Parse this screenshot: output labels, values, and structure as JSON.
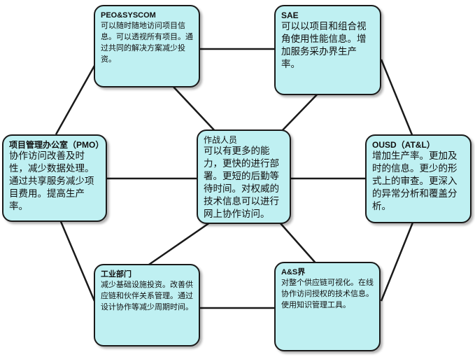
{
  "nodes": {
    "peo": {
      "title": "PEO&SYSCOM",
      "body": "可以随时随地访问项目信息。可以透视所有项目。通过共同的解决方案减少投资。"
    },
    "sae": {
      "title": "SAE",
      "body": "可以以项目和组合视角使用性能信息。增加服务采办界生产率。"
    },
    "pmo": {
      "title": "项目管理办公室（PMO）",
      "body": "协作访问改善及时性，减少数据处理。通过共享服务减少项目费用。提高生产率。"
    },
    "warfighter": {
      "title": "作战人员",
      "body": "可以有更多的能力，更快的进行部署。更短的后勤等待时间。对权威的技术信息可以进行网上协作访问。"
    },
    "ousd": {
      "title": "OUSD（AT&L）",
      "body": "增加生产率。更加及时的信息。更少的形式上的审查。更深入的异常分析和覆盖分析。"
    },
    "industry": {
      "title": "工业部门",
      "body": "减少基础设施投资。改善供应链和伙伴关系管理。通过设计协作等减少周期时间。"
    },
    "as": {
      "title": "A&S界",
      "body": "对整个供应链可视化。在线协作访问授权的技术信息。使用知识管理工具。"
    }
  },
  "colors": {
    "node_fill": "#bff0f2",
    "border": "#1a1a1a",
    "link": "#1a1a1a"
  }
}
